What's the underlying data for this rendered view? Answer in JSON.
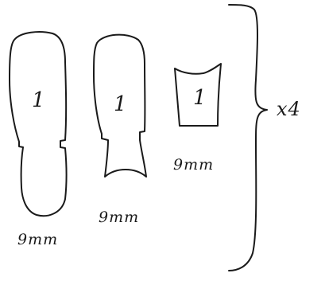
{
  "pieces": [
    {
      "number": "1",
      "dimension": "9mm"
    },
    {
      "number": "1",
      "dimension": "9mm"
    },
    {
      "number": "1",
      "dimension": "9mm"
    }
  ],
  "multiplier": "x4",
  "ink_color": "#1a1a1a",
  "background_color": "#ffffff"
}
